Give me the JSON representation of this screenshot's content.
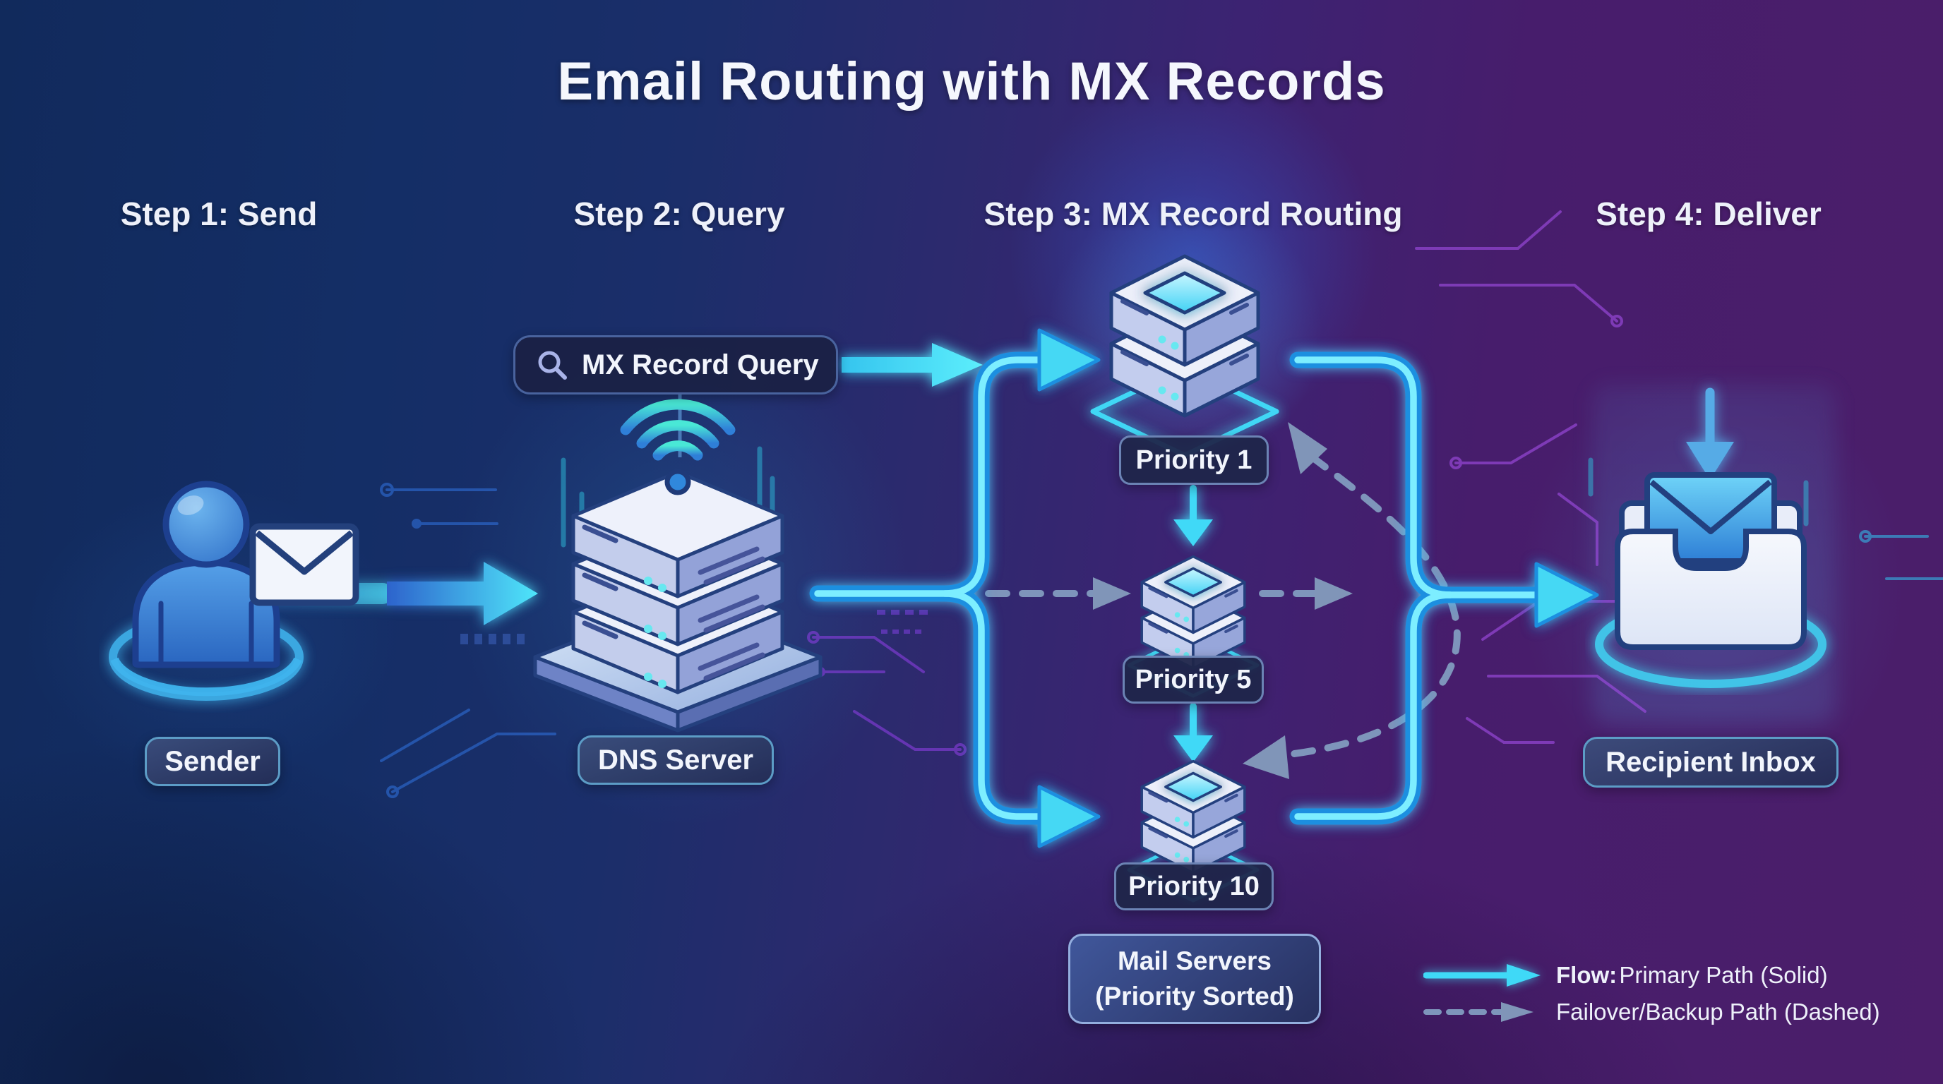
{
  "title": "Email Routing with MX Records",
  "steps": [
    {
      "label": "Step 1: Send"
    },
    {
      "label": "Step 2: Query"
    },
    {
      "label": "Step 3: MX Record Routing"
    },
    {
      "label": "Step 4: Deliver"
    }
  ],
  "sender": {
    "label": "Sender"
  },
  "dns": {
    "label": "DNS Server",
    "query_label": "MX Record Query"
  },
  "routing": {
    "priorities": [
      {
        "label": "Priority 1"
      },
      {
        "label": "Priority 5"
      },
      {
        "label": "Priority 10"
      }
    ],
    "caption_line1": "Mail Servers",
    "caption_line2": "(Priority Sorted)"
  },
  "recipient": {
    "label": "Recipient Inbox"
  },
  "legend": {
    "flow_bold": "Flow:",
    "flow_rest": "Primary Path (Solid)",
    "failover": "Failover/Backup Path (Dashed)"
  },
  "icons": {
    "search": "search-icon",
    "wifi": "wifi-icon",
    "person": "person-icon",
    "envelope": "envelope-icon",
    "server_stack": "server-stack-icon",
    "inbox_tray": "inbox-tray-icon",
    "solid_arrow": "solid-arrow-icon",
    "dashed_arrow": "dashed-arrow-icon"
  },
  "colors": {
    "bg_left": "#12285a",
    "bg_right": "#4a1d6e",
    "accent_cyan": "#3fd9f7",
    "path_blue": "#1f8fe0",
    "dashed_slate": "#7e95bb",
    "pill_border": "#5c9cc6",
    "badge_border": "#6b83b4",
    "caption_border": "#93aede",
    "text": "#f2f5fc"
  }
}
